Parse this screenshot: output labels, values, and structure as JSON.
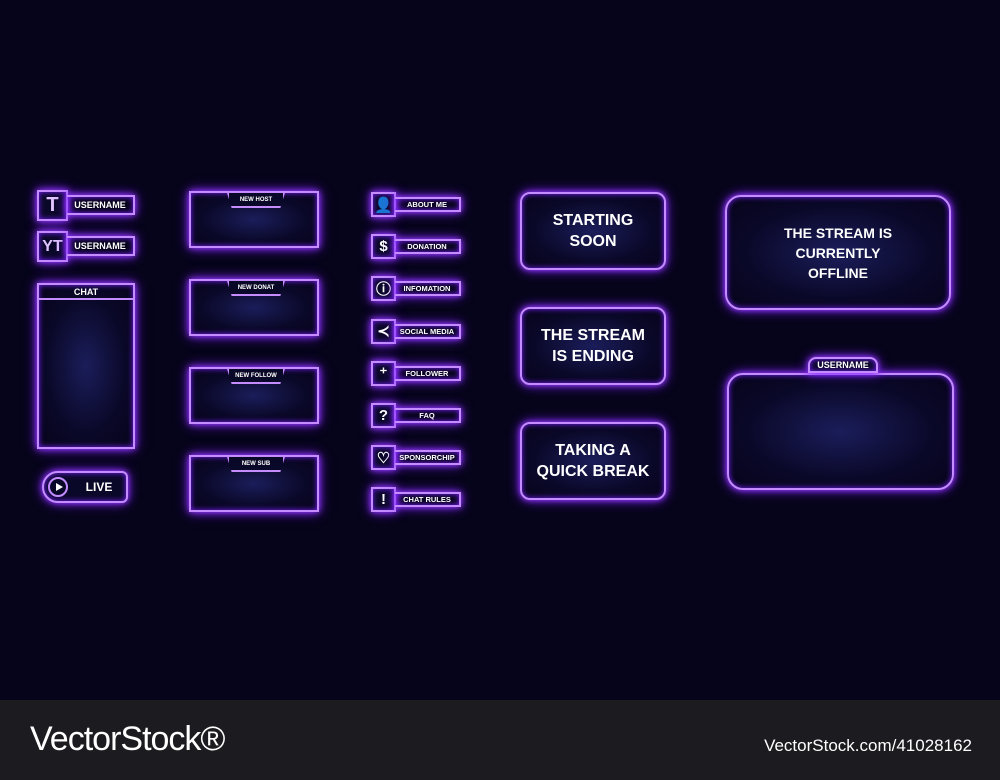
{
  "social": [
    {
      "icon": "T",
      "label": "USERNAME"
    },
    {
      "icon": "YT",
      "label": "USERNAME"
    }
  ],
  "chat": {
    "title": "CHAT"
  },
  "live": {
    "label": "LIVE"
  },
  "alerts": [
    "NEW HOST",
    "NEW DONAT",
    "NEW FOLLOW",
    "NEW SUB"
  ],
  "panels": [
    {
      "icon": "user-icon",
      "label": "ABOUT ME"
    },
    {
      "icon": "dollar-icon",
      "label": "DONATION"
    },
    {
      "icon": "info-icon",
      "label": "INFOMATION"
    },
    {
      "icon": "share-icon",
      "label": "SOCIAL MEDIA"
    },
    {
      "icon": "user-plus-icon",
      "label": "FOLLOWER"
    },
    {
      "icon": "question-icon",
      "label": "FAQ"
    },
    {
      "icon": "heart-dollar-icon",
      "label": "SPONSORCHIP"
    },
    {
      "icon": "exclamation-icon",
      "label": "CHAT RULES"
    }
  ],
  "scenes": [
    "STARTING SOON",
    "THE STREAM IS ENDING",
    "TAKING A QUICK BREAK"
  ],
  "offline": "THE STREAM IS CURRENTLY OFFLINE",
  "webcam": {
    "username": "USERNAME"
  },
  "footer": {
    "brand": "VectorStock®",
    "id": "VectorStock.com/41028162"
  },
  "colors": {
    "neon": "#c48cff",
    "glow": "#9b3dff",
    "bg": "#06041a"
  }
}
